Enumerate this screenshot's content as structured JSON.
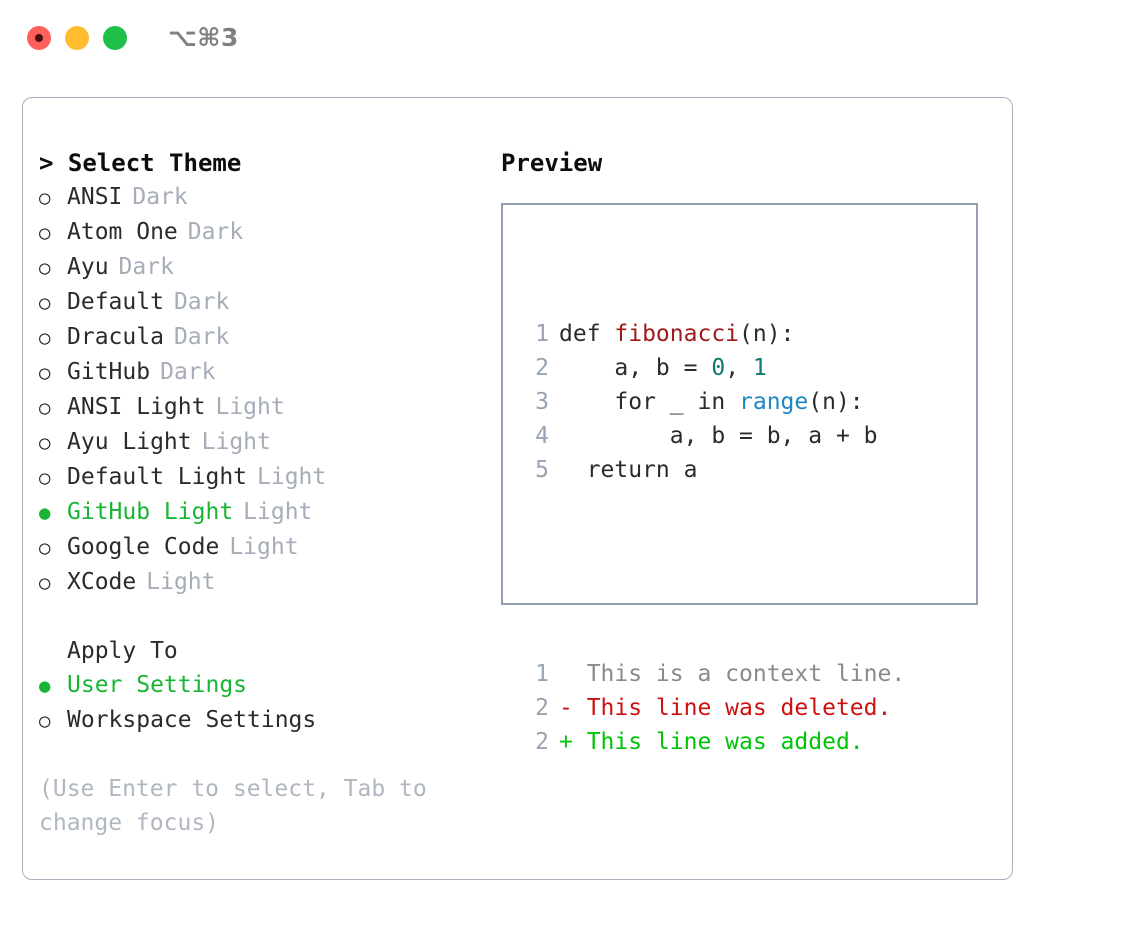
{
  "window": {
    "title_shortcut": "⌥⌘3",
    "traffic_lights": [
      "close-red",
      "minimize-amber",
      "zoom-green"
    ]
  },
  "theme_picker": {
    "heading": "> Select Theme",
    "selected_theme": "GitHub Light",
    "accent_color": "#18b535",
    "items": [
      {
        "bullet": "○",
        "name": "ANSI",
        "tag": "Dark",
        "selected": false
      },
      {
        "bullet": "○",
        "name": "Atom One",
        "tag": "Dark",
        "selected": false
      },
      {
        "bullet": "○",
        "name": "Ayu",
        "tag": "Dark",
        "selected": false
      },
      {
        "bullet": "○",
        "name": "Default",
        "tag": "Dark",
        "selected": false
      },
      {
        "bullet": "○",
        "name": "Dracula",
        "tag": "Dark",
        "selected": false
      },
      {
        "bullet": "○",
        "name": "GitHub",
        "tag": "Dark",
        "selected": false
      },
      {
        "bullet": "○",
        "name": "ANSI Light",
        "tag": "Light",
        "selected": false
      },
      {
        "bullet": "○",
        "name": "Ayu Light",
        "tag": "Light",
        "selected": false
      },
      {
        "bullet": "○",
        "name": "Default Light",
        "tag": "Light",
        "selected": false
      },
      {
        "bullet": "●",
        "name": "GitHub Light",
        "tag": "Light",
        "selected": true
      },
      {
        "bullet": "○",
        "name": "Google Code",
        "tag": "Light",
        "selected": false
      },
      {
        "bullet": "○",
        "name": "XCode",
        "tag": "Light",
        "selected": false
      }
    ]
  },
  "apply_to": {
    "heading": "Apply To",
    "selected_option": "User Settings",
    "options": [
      {
        "bullet": "●",
        "name": "User Settings",
        "selected": true
      },
      {
        "bullet": "○",
        "name": "Workspace Settings",
        "selected": false
      }
    ]
  },
  "hint": "(Use Enter to select, Tab to change focus)",
  "preview": {
    "heading": "Preview",
    "code_lines": [
      {
        "no": "1",
        "segments": [
          {
            "text": "def ",
            "cls": "code-text"
          },
          {
            "text": "fibonacci",
            "cls": "tok-fn"
          },
          {
            "text": "(n):",
            "cls": "code-text"
          }
        ]
      },
      {
        "no": "2",
        "segments": [
          {
            "text": "    a, b = ",
            "cls": "code-text"
          },
          {
            "text": "0",
            "cls": "tok-num"
          },
          {
            "text": ", ",
            "cls": "code-text"
          },
          {
            "text": "1",
            "cls": "tok-num"
          }
        ]
      },
      {
        "no": "3",
        "segments": [
          {
            "text": "    for _ in ",
            "cls": "code-text"
          },
          {
            "text": "range",
            "cls": "tok-call"
          },
          {
            "text": "(n):",
            "cls": "code-text"
          }
        ]
      },
      {
        "no": "4",
        "segments": [
          {
            "text": "        a, b = b, a + b",
            "cls": "code-text"
          }
        ]
      },
      {
        "no": "5",
        "segments": [
          {
            "text": "  return a",
            "cls": "code-text"
          }
        ]
      }
    ],
    "diff_lines": [
      {
        "no": "1",
        "marker": "  ",
        "text": "This is a context line.",
        "cls": "diff-ctx"
      },
      {
        "no": "2",
        "marker": "- ",
        "text": "This line was deleted.",
        "cls": "diff-del"
      },
      {
        "no": "2",
        "marker": "+ ",
        "text": "This line was added.",
        "cls": "diff-add"
      }
    ],
    "syntax_colors": {
      "function_name": "#a01b1b",
      "number": "#0f7a6e",
      "builtin_call": "#1f86c4",
      "line_number": "#98a4b3",
      "diff_context": "#8a8a8a",
      "diff_deleted": "#cc1111",
      "diff_added": "#00c408"
    }
  }
}
